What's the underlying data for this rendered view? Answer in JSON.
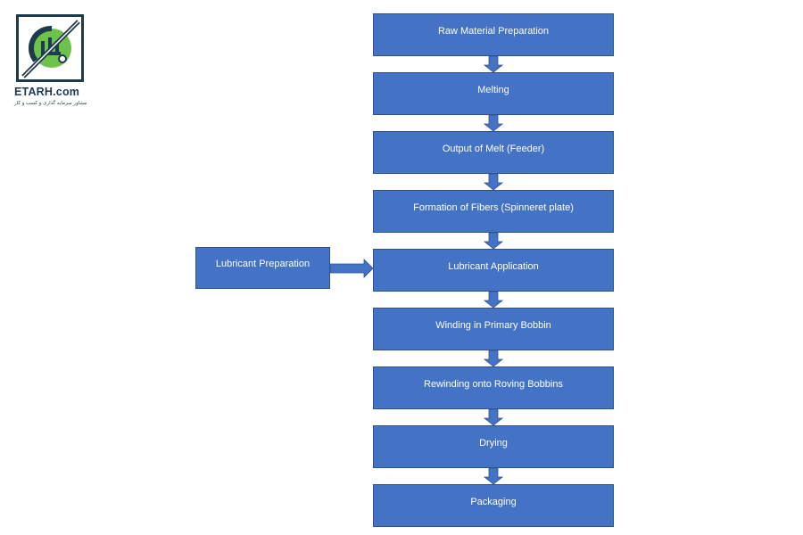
{
  "logo": {
    "title": "ETARH.com",
    "tagline": "مشاور سرمایه گذاری و کسب و کار",
    "colors": {
      "dark": "#1f3a4d",
      "green": "#6cc24a"
    }
  },
  "flowchart": {
    "steps": [
      "Raw Material Preparation",
      "Melting",
      "Output of Melt (Feeder)",
      "Formation of Fibers (Spinneret plate)",
      "Lubricant Application",
      "Winding in Primary Bobbin",
      "Rewinding onto Roving Bobbins",
      "Drying",
      "Packaging"
    ],
    "side_input": {
      "label": "Lubricant Preparation",
      "feeds_into": "Lubricant Application"
    },
    "colors": {
      "box_fill": "#4472c4",
      "box_border": "#2f528f",
      "text": "#ffffff"
    }
  }
}
